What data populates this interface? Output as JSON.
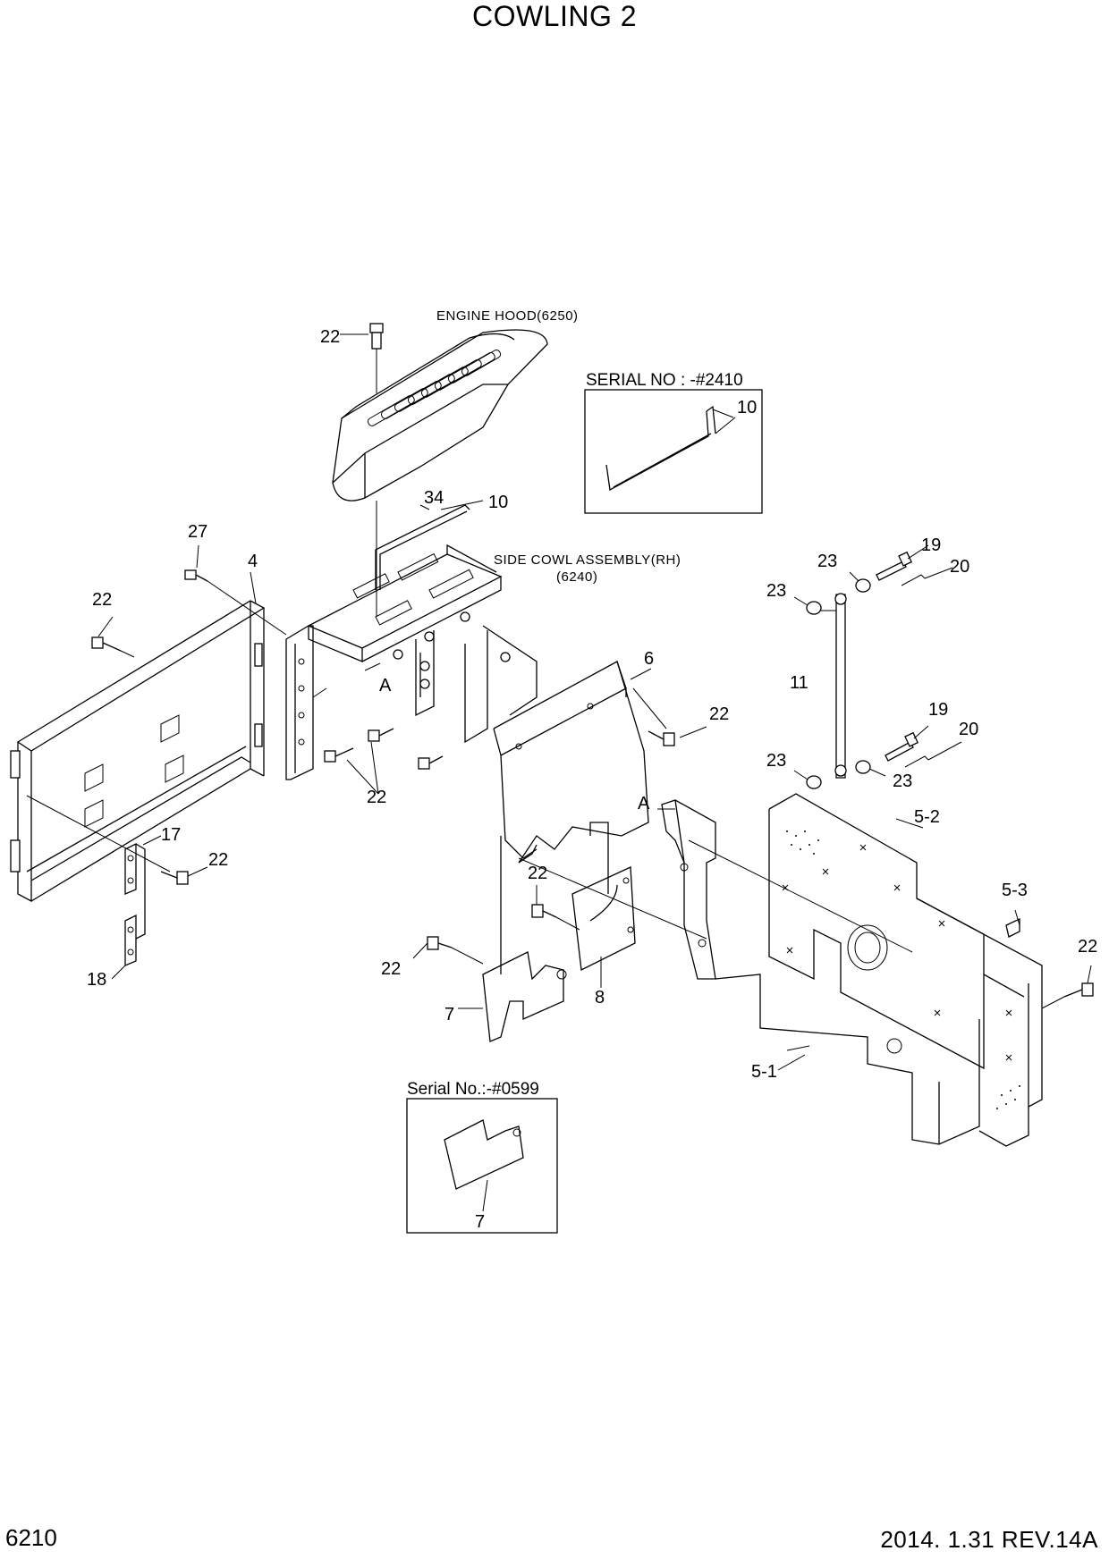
{
  "title": "COWLING 2",
  "page_number": "6210",
  "revision": "2014. 1.31  REV.14A",
  "notes": {
    "engine_hood": "ENGINE HOOD(6250)",
    "side_cowl": "SIDE COWL ASSEMBLY(RH)",
    "side_cowl_code": "(6240)"
  },
  "insets": {
    "serial_2410": "SERIAL NO : -#2410",
    "serial_0599": "Serial No.:-#0599"
  },
  "callouts": {
    "c22_top": "22",
    "c34": "34",
    "c10_top": "10",
    "c10_inset": "10",
    "c27": "27",
    "c4": "4",
    "c22_left": "22",
    "c6": "6",
    "c22_mid_right": "22",
    "c22_center": "22",
    "c23_a": "23",
    "c23_b": "23",
    "c19_a": "19",
    "c20_a": "20",
    "c11": "11",
    "c19_b": "19",
    "c20_b": "20",
    "c23_c": "23",
    "c23_d": "23",
    "c5_2": "5-2",
    "c5_3": "5-3",
    "c22_far_right": "22",
    "c5_1": "5-1",
    "c17": "17",
    "c22_lower_left": "22",
    "c18": "18",
    "c22_lower_mid": "22",
    "c22_plate": "22",
    "c7": "7",
    "c8": "8",
    "c7_inset": "7",
    "ref_a_1": "A",
    "ref_a_2": "A"
  }
}
